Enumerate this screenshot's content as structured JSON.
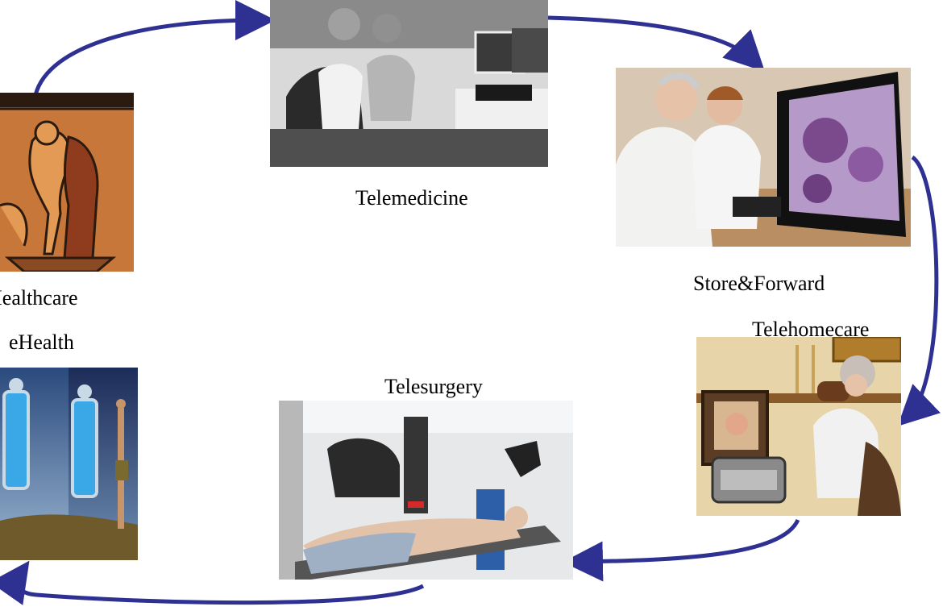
{
  "captions": {
    "healthcare": "Healthcare",
    "ehealth": "eHealth",
    "telemedicine": "Telemedicine",
    "store_forward": "Store&Forward",
    "telehomecare": "Telehomecare",
    "telesurgery": "Telesurgery"
  },
  "colors": {
    "arrow": "#2e3192"
  }
}
